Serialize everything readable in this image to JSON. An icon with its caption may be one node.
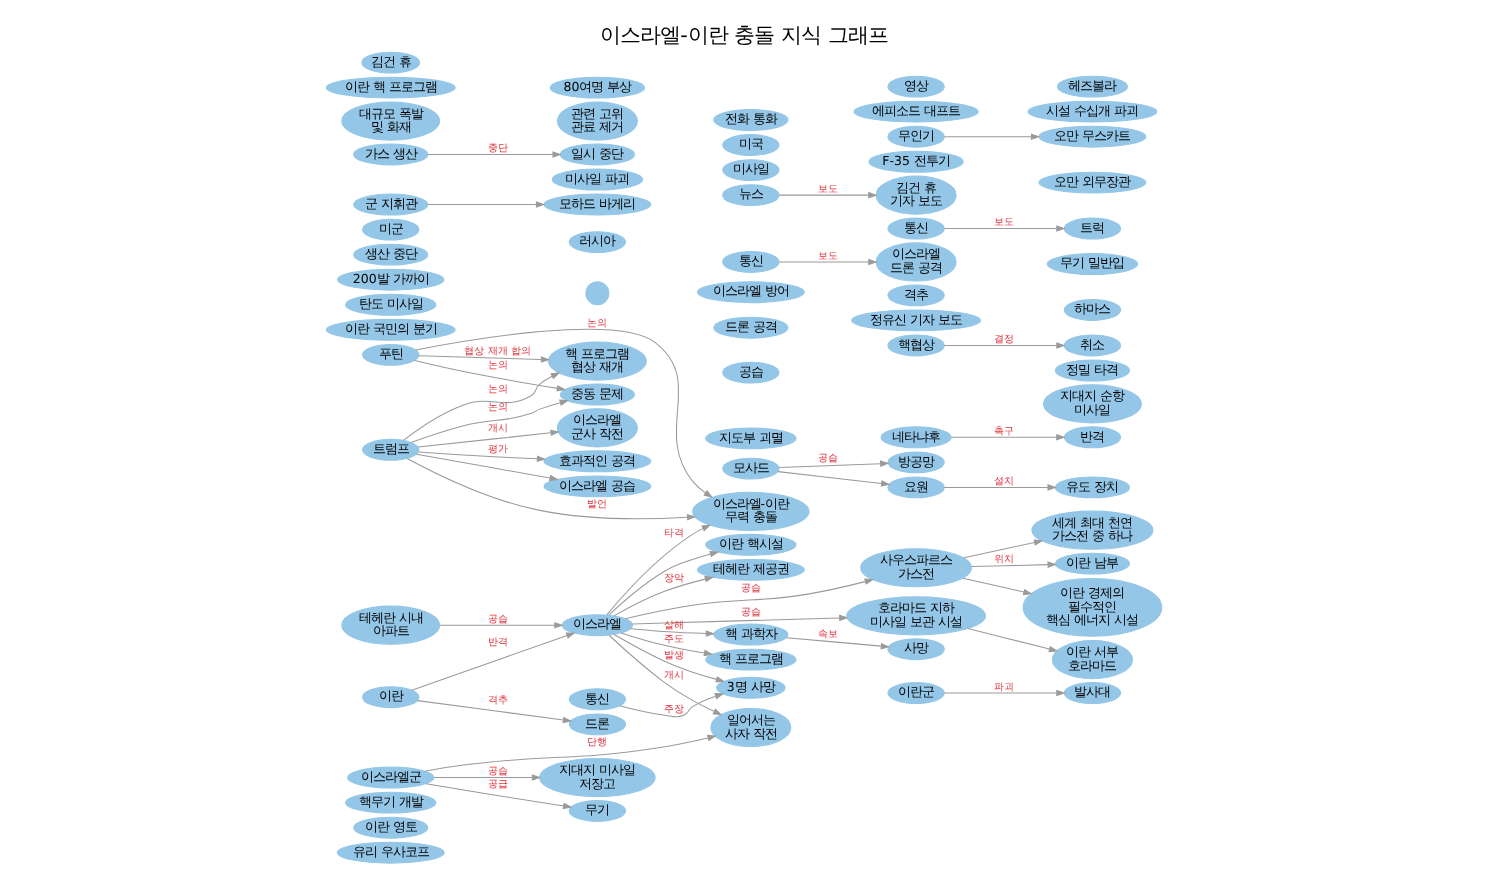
{
  "diagram": {
    "title": "이스라엘-이란 충돌 지식 그래프",
    "nodes": [
      {
        "text": [
          "발사대"
        ]
      },
      {
        "text": [
          "유리 우사코프"
        ]
      },
      {
        "text": [
          "이란 영토"
        ]
      },
      {
        "text": [
          "핵무기 개발"
        ]
      },
      {
        "text": [
          "이스라엘 공습"
        ]
      },
      {
        "text": [
          "이란 국민의 분기"
        ]
      },
      {
        "text": [
          "유도 장치"
        ]
      },
      {
        "text": [
          "방공망"
        ]
      },
      {
        "text": [
          "이란 경제의 필수적인 핵심 에너지 시설"
        ]
      },
      {
        "text": [
          "반격"
        ]
      },
      {
        "text": [
          "핵 프로그램 협상 재개"
        ]
      },
      {
        "text": [
          "지도부 괴멸"
        ]
      },
      {
        "text": [
          "세계 최대 천연 가스전 중 하나"
        ]
      },
      {
        "text": [
          "이란 서부 호라마드"
        ]
      },
      {
        "text": [
          "이스라엘 군사 작전"
        ]
      },
      {
        "text": [
          "효과적인 공격"
        ]
      },
      {
        "text": [
          "지대지 순항 미사일"
        ]
      },
      {
        "text": [
          "탄도 미사일"
        ]
      },
      {
        "text": [
          "네타냐후"
        ]
      },
      {
        "text": [
          "공습"
        ]
      },
      {
        "text": [
          "정밀 타격"
        ]
      },
      {
        "text": [
          "사우스파르스 가스전"
        ]
      },
      {
        "text": [
          "200발 가까이"
        ]
      },
      {
        "text": [],
        "shape": "circle"
      },
      {
        "text": [
          "드론 공격"
        ]
      },
      {
        "text": [
          "호라마드 지하 미사일 보관 시설"
        ]
      },
      {
        "text": [
          "지대지 미사일 저장고"
        ]
      },
      {
        "text": [
          "취소"
        ]
      },
      {
        "text": [
          "요원"
        ]
      },
      {
        "text": [
          "푸틴"
        ]
      },
      {
        "text": [
          "트럼프"
        ]
      },
      {
        "text": [
          "정유신 기자 보도"
        ]
      },
      {
        "text": [
          "하마스"
        ]
      },
      {
        "text": [
          "생산 중단"
        ]
      },
      {
        "text": [
          "러시아"
        ]
      },
      {
        "text": [
          "이스라엘 방어"
        ]
      },
      {
        "text": [
          "이란 남부"
        ]
      },
      {
        "text": [
          "이란군"
        ]
      },
      {
        "text": [
          "중동 문제"
        ]
      },
      {
        "text": [
          "이스라엘-이란 무력 충돌"
        ]
      },
      {
        "text": [
          "격추"
        ]
      },
      {
        "text": [
          "모사드"
        ]
      },
      {
        "text": [
          "무기 밀반입"
        ]
      },
      {
        "text": [
          "통신"
        ]
      },
      {
        "text": [
          "이스라엘 드론 공격"
        ]
      },
      {
        "text": [
          "미군"
        ]
      },
      {
        "text": [
          "이란"
        ]
      },
      {
        "text": [
          "트럭"
        ]
      },
      {
        "text": [
          "통신"
        ]
      },
      {
        "text": [
          "이스라엘"
        ]
      },
      {
        "text": [
          "일어서는 사자 작전"
        ]
      },
      {
        "text": [
          "군 지휘관"
        ]
      },
      {
        "text": [
          "뉴스"
        ]
      },
      {
        "text": [
          "핵협상"
        ]
      },
      {
        "text": [
          "미사일 파괴"
        ]
      },
      {
        "text": [
          "이스라엘군"
        ]
      },
      {
        "text": [
          "미사일"
        ]
      },
      {
        "text": [
          "테헤란 시내 아파트"
        ]
      },
      {
        "text": [
          "F-35 전투기"
        ]
      },
      {
        "text": [
          "오만 외무장관"
        ]
      },
      {
        "text": [
          "사망"
        ]
      },
      {
        "text": [
          "모하드 바게리"
        ]
      },
      {
        "text": [
          "김건 휴 기자 보도"
        ]
      },
      {
        "text": [
          "가스 생산"
        ]
      },
      {
        "text": [
          "대규모 폭발 및 화재"
        ]
      },
      {
        "text": [
          "핵 과학자"
        ]
      },
      {
        "text": [
          "일시 중단"
        ]
      },
      {
        "text": [
          "통신"
        ]
      },
      {
        "text": [
          "관련 고위 관료 제거"
        ]
      },
      {
        "text": [
          "무인기"
        ]
      },
      {
        "text": [
          "미국"
        ]
      },
      {
        "text": [
          "드론"
        ]
      },
      {
        "text": [
          "핵 프로그램"
        ]
      },
      {
        "text": [
          "에피소드 대프트"
        ]
      },
      {
        "text": [
          "3명 사망"
        ]
      },
      {
        "text": [
          "오만 무스카트"
        ]
      },
      {
        "text": [
          "시설 수십개 파괴"
        ]
      },
      {
        "text": [
          "이란 핵 프로그램"
        ]
      },
      {
        "text": [
          "이란 핵시설"
        ]
      },
      {
        "text": [
          "80여명 부상"
        ]
      },
      {
        "text": [
          "테헤란 제공권"
        ]
      },
      {
        "text": [
          "전화 통화"
        ]
      },
      {
        "text": [
          "무기"
        ]
      },
      {
        "text": [
          "영상"
        ]
      },
      {
        "text": [
          "헤즈볼라"
        ]
      },
      {
        "text": [
          "김건 휴"
        ]
      }
    ],
    "edges": [
      {
        "from": 30,
        "to": 14,
        "arrow": "to",
        "label": "개시"
      },
      {
        "from": 30,
        "to": 15,
        "arrow": "to",
        "label": "평가"
      },
      {
        "from": 41,
        "to": 7,
        "arrow": "to",
        "label": "공습"
      },
      {
        "from": 28,
        "to": 6,
        "arrow": "to",
        "label": "설치"
      },
      {
        "from": 29,
        "to": 10,
        "arrow": "to",
        "label": "협상 재개 합의"
      },
      {
        "from": 30,
        "to": 10,
        "arrow": "to",
        "label": "논의"
      },
      {
        "from": 37,
        "to": 0,
        "arrow": "to",
        "label": "파괴"
      },
      {
        "from": 30,
        "to": 4,
        "arrow": "to"
      },
      {
        "from": 18,
        "to": 9,
        "arrow": "to",
        "label": "촉구"
      },
      {
        "from": 30,
        "to": 39,
        "arrow": "to",
        "label": "발언"
      },
      {
        "from": 29,
        "to": 39,
        "arrow": "to",
        "label": "논의"
      },
      {
        "from": 29,
        "to": 38,
        "arrow": "to",
        "label": "논의"
      },
      {
        "from": 30,
        "to": 38,
        "arrow": "to",
        "label": "논의"
      },
      {
        "from": 49,
        "to": 25,
        "arrow": "to",
        "label": "공습"
      },
      {
        "from": 49,
        "to": 21,
        "arrow": "to",
        "label": "공습"
      },
      {
        "from": 21,
        "to": 36,
        "arrow": "to",
        "label": "위치"
      },
      {
        "from": 21,
        "to": 12,
        "arrow": "to"
      },
      {
        "from": 21,
        "to": 8,
        "arrow": "to"
      },
      {
        "from": 25,
        "to": 13,
        "arrow": "to"
      },
      {
        "from": 53,
        "to": 27,
        "arrow": "to",
        "label": "결정"
      },
      {
        "from": 49,
        "to": 39,
        "arrow": "to",
        "label": "타격"
      },
      {
        "from": 43,
        "to": 44,
        "arrow": "to",
        "label": "보도"
      },
      {
        "from": 48,
        "to": 47,
        "arrow": "to",
        "label": "보도"
      },
      {
        "from": 51,
        "to": 61,
        "arrow": "to"
      },
      {
        "from": 65,
        "to": 60,
        "arrow": "to",
        "label": "속보"
      },
      {
        "from": 46,
        "to": 49,
        "arrow": "to",
        "label": "반격"
      },
      {
        "from": 52,
        "to": 62,
        "arrow": "to",
        "label": "보도"
      },
      {
        "from": 49,
        "to": 50,
        "arrow": "to",
        "label": "개시"
      },
      {
        "from": 55,
        "to": 50,
        "arrow": "to",
        "label": "단행"
      },
      {
        "from": 57,
        "to": 49,
        "arrow": "to",
        "label": "공습"
      },
      {
        "from": 63,
        "to": 66,
        "arrow": "to",
        "label": "중단"
      },
      {
        "from": 55,
        "to": 26,
        "arrow": "to",
        "label": "공습"
      },
      {
        "from": 49,
        "to": 80,
        "arrow": "to",
        "label": "장악"
      },
      {
        "from": 49,
        "to": 78,
        "arrow": "to"
      },
      {
        "from": 67,
        "to": 74,
        "arrow": "to",
        "label": "주장"
      },
      {
        "from": 69,
        "to": 75,
        "arrow": "to"
      },
      {
        "from": 49,
        "to": 65,
        "arrow": "to",
        "label": "살해"
      },
      {
        "from": 55,
        "to": 82,
        "arrow": "to",
        "label": "공급"
      },
      {
        "from": 49,
        "to": 74,
        "arrow": "to",
        "label": "발생"
      },
      {
        "from": 49,
        "to": 72,
        "arrow": "to",
        "label": "주도"
      },
      {
        "from": 46,
        "to": 71,
        "arrow": "to",
        "label": "격추"
      },
      {
        "from": 41,
        "to": 28,
        "arrow": "to"
      }
    ]
  }
}
